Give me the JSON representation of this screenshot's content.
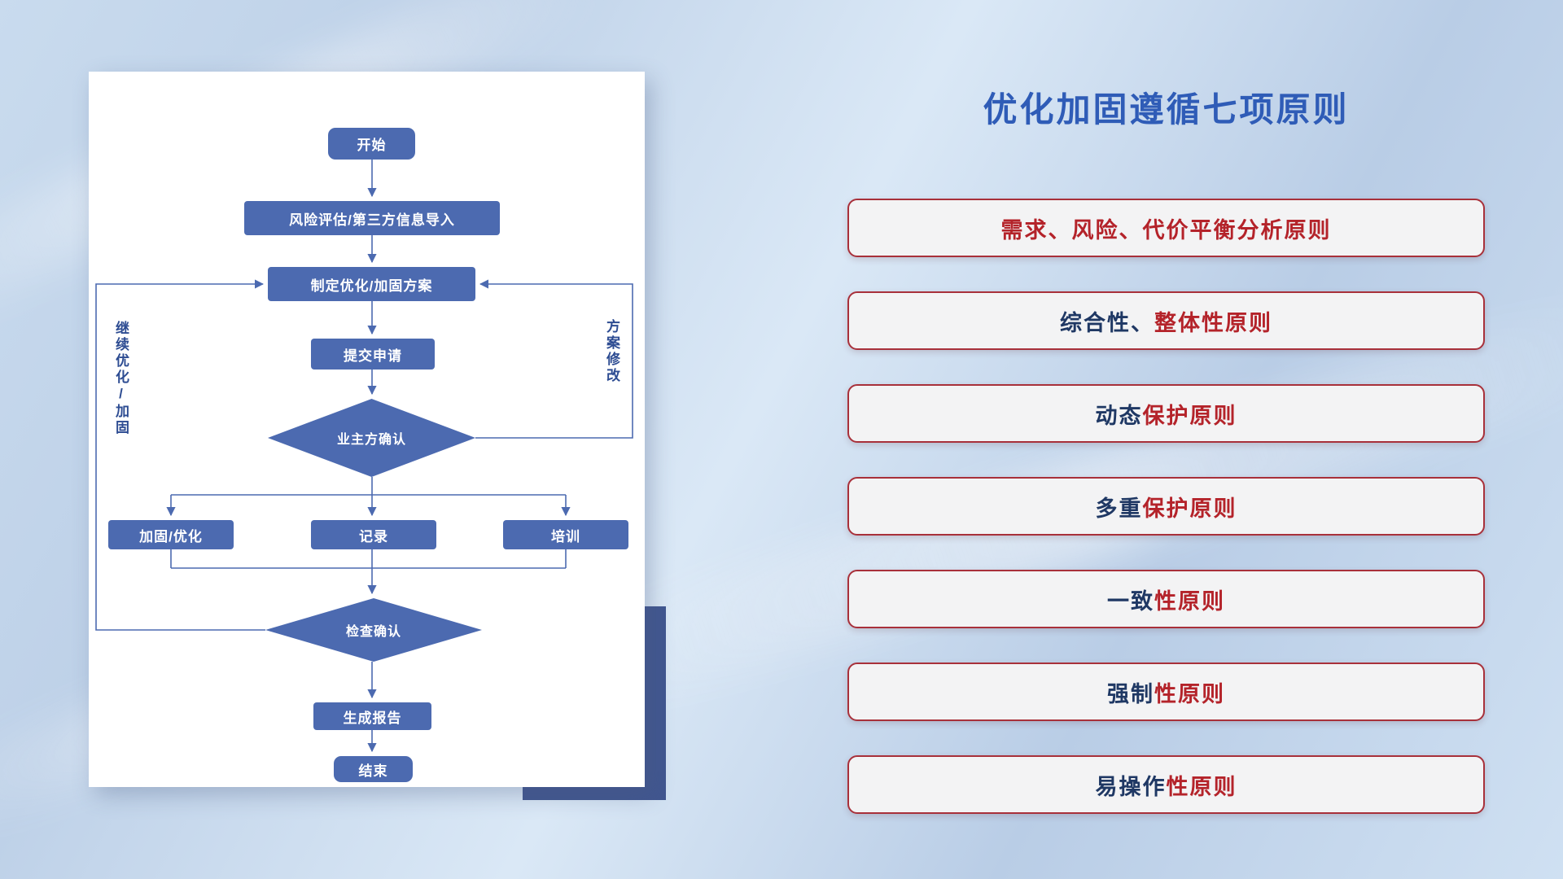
{
  "slide": {
    "title": "优化加固遵循七项原则"
  },
  "flowchart": {
    "start": "开始",
    "risk_import": "风险评估/第三方信息导入",
    "make_plan": "制定优化/加固方案",
    "submit": "提交申请",
    "owner_confirm": "业主方确认",
    "harden": "加固/优化",
    "record": "记录",
    "training": "培训",
    "check_confirm": "检查确认",
    "report": "生成报告",
    "end": "结束",
    "loop_left_label": "继续优化/加固",
    "loop_right_label": "方案修改"
  },
  "principles": [
    {
      "segments": [
        {
          "text": "需求、风险、代价平衡分析原则",
          "color": "red"
        }
      ]
    },
    {
      "segments": [
        {
          "text": "综合性、",
          "color": "navy"
        },
        {
          "text": "整体性原则",
          "color": "red"
        }
      ]
    },
    {
      "segments": [
        {
          "text": "动态",
          "color": "navy"
        },
        {
          "text": "保护原则",
          "color": "red"
        }
      ]
    },
    {
      "segments": [
        {
          "text": "多重",
          "color": "navy"
        },
        {
          "text": "保护原则",
          "color": "red"
        }
      ]
    },
    {
      "segments": [
        {
          "text": "一致",
          "color": "navy"
        },
        {
          "text": "性原则",
          "color": "red"
        }
      ]
    },
    {
      "segments": [
        {
          "text": "强制",
          "color": "navy"
        },
        {
          "text": "性原则",
          "color": "red"
        }
      ]
    },
    {
      "segments": [
        {
          "text": "易操作",
          "color": "navy"
        },
        {
          "text": "性原则",
          "color": "red"
        }
      ]
    }
  ],
  "colors": {
    "title_blue": "#2f5cb7",
    "node_blue": "#4c6ab0",
    "principle_red": "#b4232a",
    "principle_navy": "#1f3864",
    "card_backdrop_navy": "#41568f"
  }
}
